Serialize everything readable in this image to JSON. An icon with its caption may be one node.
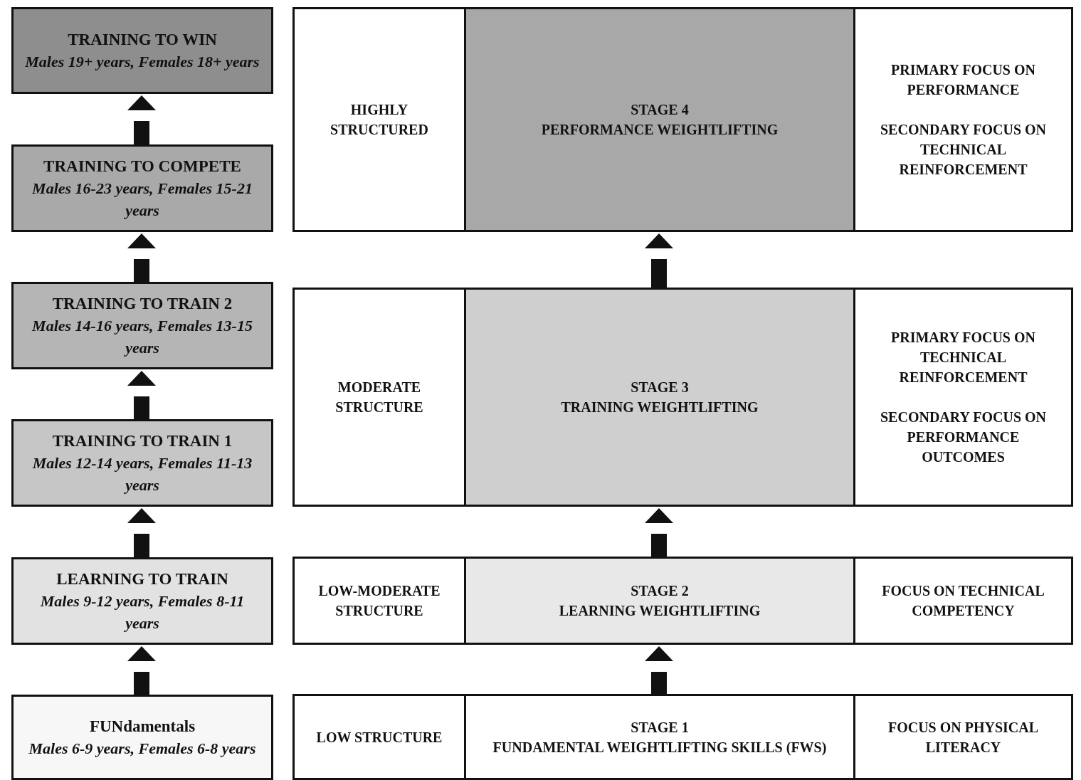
{
  "diagram": {
    "nodes": [
      {
        "text": [
          "TRAINING TO WIN",
          "Males 19+ years, Females 18+ years"
        ]
      },
      {
        "text": [
          "TRAINING TO COMPETE",
          "Males 16-23 years, Females 15-21 years"
        ]
      },
      {
        "text": [
          "TRAINING TO TRAIN 2",
          "Males 14-16 years, Females 13-15 years"
        ]
      },
      {
        "text": [
          "TRAINING TO TRAIN 1",
          "Males 12-14 years, Females 11-13 years"
        ]
      },
      {
        "text": [
          "LEARNING TO TRAIN",
          "Males 9-12 years, Females 8-11 years"
        ]
      },
      {
        "text": [
          "FUNdamentals",
          "Males 6-9 years, Females 6-8 years"
        ]
      },
      {
        "text": [
          "HIGHLY STRUCTURED"
        ]
      },
      {
        "text": [
          "STAGE 4",
          "PERFORMANCE WEIGHTLIFTING"
        ]
      },
      {
        "text": [
          "PRIMARY FOCUS ON PERFORMANCE",
          "SECONDARY FOCUS ON TECHNICAL REINFORCEMENT"
        ]
      },
      {
        "text": [
          "MODERATE STRUCTURE"
        ]
      },
      {
        "text": [
          "STAGE 3",
          "TRAINING WEIGHTLIFTING"
        ]
      },
      {
        "text": [
          "PRIMARY FOCUS ON TECHNICAL REINFORCEMENT",
          "SECONDARY FOCUS ON PERFORMANCE OUTCOMES"
        ]
      },
      {
        "text": [
          "LOW-MODERATE STRUCTURE"
        ]
      },
      {
        "text": [
          "STAGE 2",
          "LEARNING WEIGHTLIFTING"
        ]
      },
      {
        "text": [
          "FOCUS ON TECHNICAL COMPETENCY"
        ]
      },
      {
        "text": [
          "LOW STRUCTURE"
        ]
      },
      {
        "text": [
          "STAGE 1",
          "FUNDAMENTAL WEIGHTLIFTING SKILLS (FWS)"
        ]
      },
      {
        "text": [
          "FOCUS ON PHYSICAL LITERACY"
        ]
      }
    ],
    "edges": [
      {
        "from": 5,
        "to": 4,
        "arrow": "to"
      },
      {
        "from": 4,
        "to": 3,
        "arrow": "to"
      },
      {
        "from": 3,
        "to": 2,
        "arrow": "to"
      },
      {
        "from": 2,
        "to": 1,
        "arrow": "to"
      },
      {
        "from": 1,
        "to": 0,
        "arrow": "to"
      },
      {
        "from": 16,
        "to": 13,
        "arrow": "to"
      },
      {
        "from": 13,
        "to": 10,
        "arrow": "to"
      },
      {
        "from": 10,
        "to": 7,
        "arrow": "to"
      }
    ]
  }
}
